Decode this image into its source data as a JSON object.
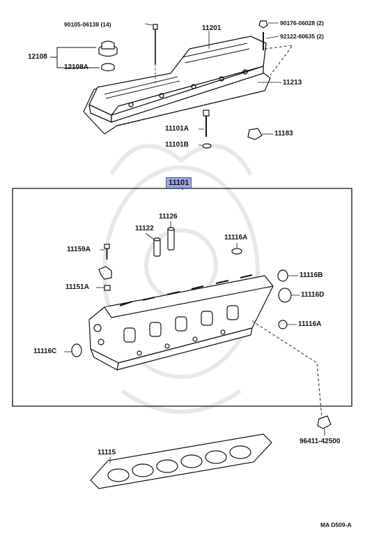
{
  "labels": {
    "p90105": "90105-06138 (14)",
    "p11201": "11201",
    "p90176": "90176-06028 (2)",
    "p92122": "92122-60635 (2)",
    "p12108": "12108",
    "p12108a": "12108A",
    "p11213": "11213",
    "p11101a": "11101A",
    "p11101b": "11101B",
    "p11183": "11183",
    "p11101": "11101",
    "p11126": "11126",
    "p11122": "11122",
    "p11116a_top": "11116A",
    "p11159a": "11159A",
    "p11151a": "11151A",
    "p11116b": "11116B",
    "p11116d": "11116D",
    "p11116a_bot": "11116A",
    "p11116c": "11116C",
    "p96411": "96411-42500",
    "p11115": "11115",
    "footer_code": "MA D509-A"
  },
  "colors": {
    "line": "#111111",
    "highlight": "#9aa7e0",
    "highlight_border": "#4a56a8",
    "watermark": "#e6e6e6"
  }
}
